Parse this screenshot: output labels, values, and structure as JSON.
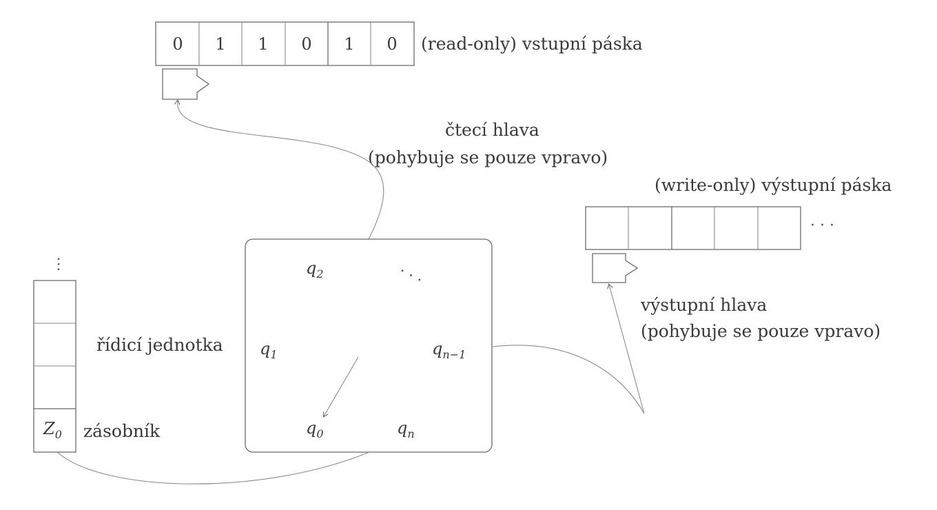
{
  "input_tape": {
    "cells": [
      "0",
      "1",
      "1",
      "0",
      "1",
      "0"
    ],
    "label": "(read-only) vstupní páska"
  },
  "read_head": {
    "label_line1": "čtecí hlava",
    "label_line2": "(pohybuje se pouze vpravo)"
  },
  "output_tape": {
    "cells": [
      "",
      "",
      "",
      "",
      ""
    ],
    "label": "(write-only) výstupní páska",
    "ellipsis": "· · ·"
  },
  "output_head": {
    "label_line1": "výstupní hlava",
    "label_line2": "(pohybuje se pouze vpravo)"
  },
  "control_unit": {
    "label": "řídicí jednotka",
    "states": [
      {
        "base": "q",
        "sub": "2"
      },
      {
        "base": "q",
        "sub": "1"
      },
      {
        "base": "q",
        "sub": "n−1"
      },
      {
        "base": "q",
        "sub": "0"
      },
      {
        "base": "q",
        "sub": "n"
      }
    ],
    "ellipsis": "· · ·"
  },
  "stack": {
    "bottom_symbol": {
      "base": "Z",
      "sub": "0"
    },
    "label": "zásobník",
    "ellipsis": "⋮"
  }
}
